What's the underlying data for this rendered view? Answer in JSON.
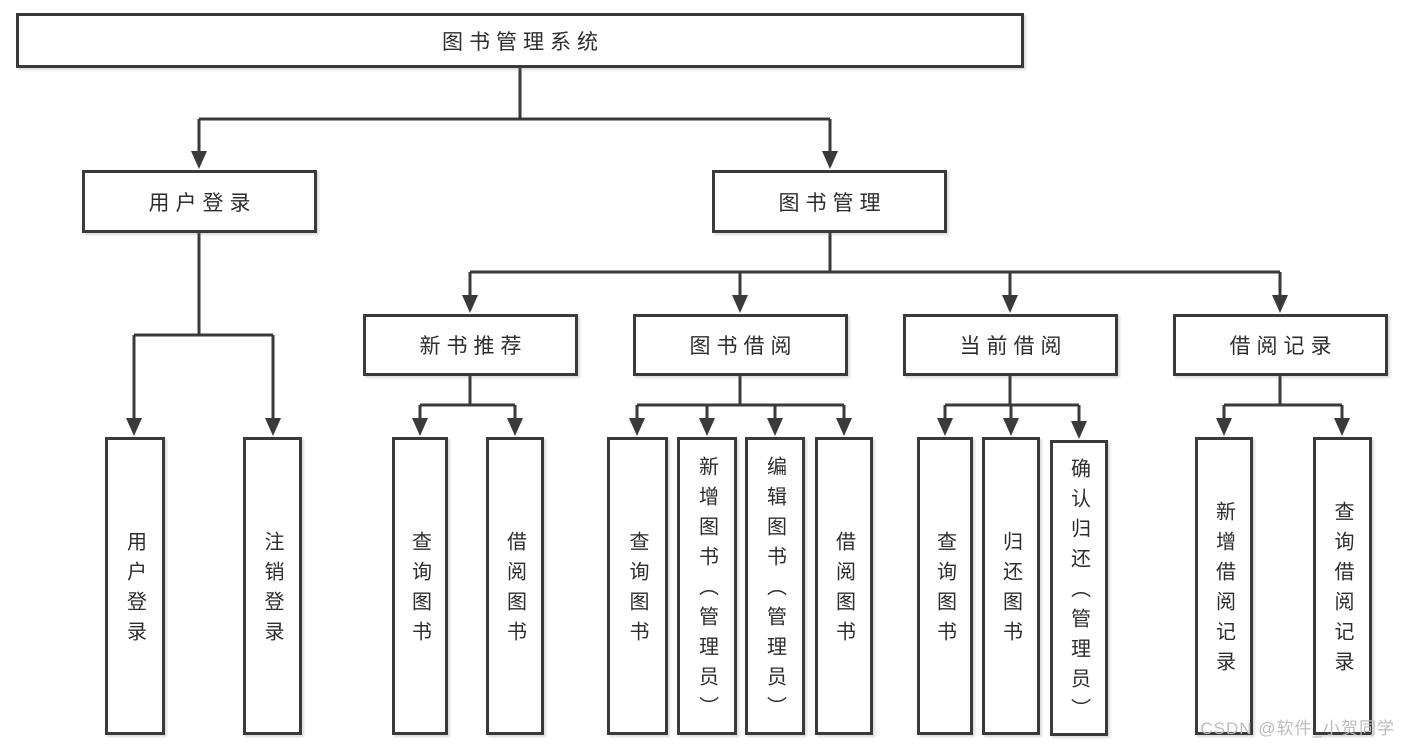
{
  "diagram": {
    "root": {
      "label": "图书管理系统"
    },
    "branches": [
      {
        "label": "用户登录",
        "children": [
          {
            "label": "用户登录"
          },
          {
            "label": "注销登录"
          }
        ]
      },
      {
        "label": "图书管理",
        "children": [
          {
            "label": "新书推荐",
            "children": [
              {
                "label": "查询图书"
              },
              {
                "label": "借阅图书"
              }
            ]
          },
          {
            "label": "图书借阅",
            "children": [
              {
                "label": "查询图书"
              },
              {
                "label": "新增图书（管理员）"
              },
              {
                "label": "编辑图书（管理员）"
              },
              {
                "label": "借阅图书"
              }
            ]
          },
          {
            "label": "当前借阅",
            "children": [
              {
                "label": "查询图书"
              },
              {
                "label": "归还图书"
              },
              {
                "label": "确认归还（管理员）"
              }
            ]
          },
          {
            "label": "借阅记录",
            "children": [
              {
                "label": "新增借阅记录"
              },
              {
                "label": "查询借阅记录"
              }
            ]
          }
        ]
      }
    ]
  },
  "watermark": {
    "text": "CSDN @软件_小贺同学"
  },
  "colors": {
    "line": "#3a3a3a",
    "box_border": "#3a3a3a",
    "text": "#2d2d2d",
    "watermark": "#bdbdbd",
    "background": "#ffffff"
  }
}
